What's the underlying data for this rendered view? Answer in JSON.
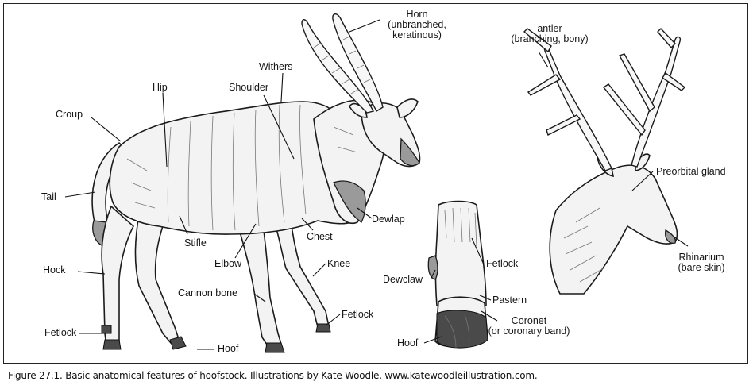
{
  "labels": {
    "horn": "Horn",
    "horn_sub1": "(unbranched,",
    "horn_sub2": "keratinous)",
    "withers": "Withers",
    "hip": "Hip",
    "shoulder": "Shoulder",
    "croup": "Croup",
    "tail": "Tail",
    "stifle": "Stifle",
    "elbow": "Elbow",
    "chest": "Chest",
    "dewlap": "Dewlap",
    "hock": "Hock",
    "cannon_bone": "Cannon bone",
    "knee": "Knee",
    "fetlock_front": "Fetlock",
    "fetlock_hind": "Fetlock",
    "hoof_main": "Hoof",
    "antler": "antler",
    "antler_sub": "(branching, bony)",
    "preorbital_gland": "Preorbital gland",
    "rhinarium": "Rhinarium",
    "rhinarium_sub": "(bare skin)",
    "fetlock_detail": "Fetlock",
    "dewclaw": "Dewclaw",
    "pastern": "Pastern",
    "coronet": "Coronet",
    "coronet_sub": "(or coronary band)",
    "hoof_detail": "Hoof"
  },
  "caption": "Figure 27.1. Basic anatomical features of hoofstock. Illustrations by Kate Woodle, www.katewoodleillustration.com."
}
